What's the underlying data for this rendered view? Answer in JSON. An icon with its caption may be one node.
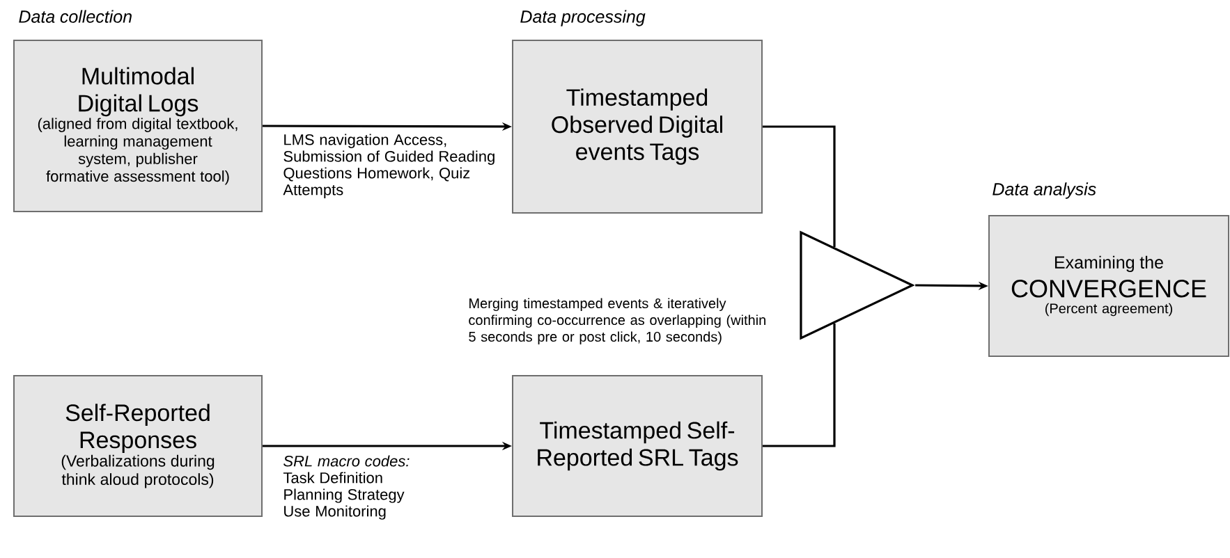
{
  "diagram": {
    "nodes": [
      {
        "text": [
          "Multimodal Digital Logs",
          "(aligned from digital textbook, learning management system, publisher formative assessment tool)"
        ],
        "beside": [
          "Data collection"
        ]
      },
      {
        "text": [
          "Timestamped Observed Digital events Tags"
        ],
        "beside": [
          "Data processing"
        ]
      },
      {
        "text": [
          "Self-Reported Responses",
          "(Verbalizations during think aloud protocols)"
        ]
      },
      {
        "text": [
          "Timestamped Self-Reported SRL Tags"
        ]
      },
      {
        "text": [],
        "shape": "triangle",
        "beside": [
          "Merging timestamped events & iteratively confirming co-occurrence as overlapping (within 5 seconds pre or post click, 10 seconds)"
        ]
      },
      {
        "text": [
          "Examining the",
          "CONVERGENCE",
          "(Percent agreement)"
        ],
        "beside": [
          "Data analysis"
        ]
      }
    ],
    "edges": [
      {
        "from": 0,
        "to": 1,
        "arrow": "to",
        "label": "LMS navigation Access, Submission of Guided Reading Questions Homework, Quiz Attempts"
      },
      {
        "from": 2,
        "to": 3,
        "arrow": "to",
        "label": "*SRL macro codes:* Task Definition Planning Strategy Use Monitoring"
      },
      {
        "from": 1,
        "to": 4,
        "arrow": "none"
      },
      {
        "from": 3,
        "to": 4,
        "arrow": "none"
      },
      {
        "from": 4,
        "to": 5,
        "arrow": "to"
      }
    ]
  }
}
